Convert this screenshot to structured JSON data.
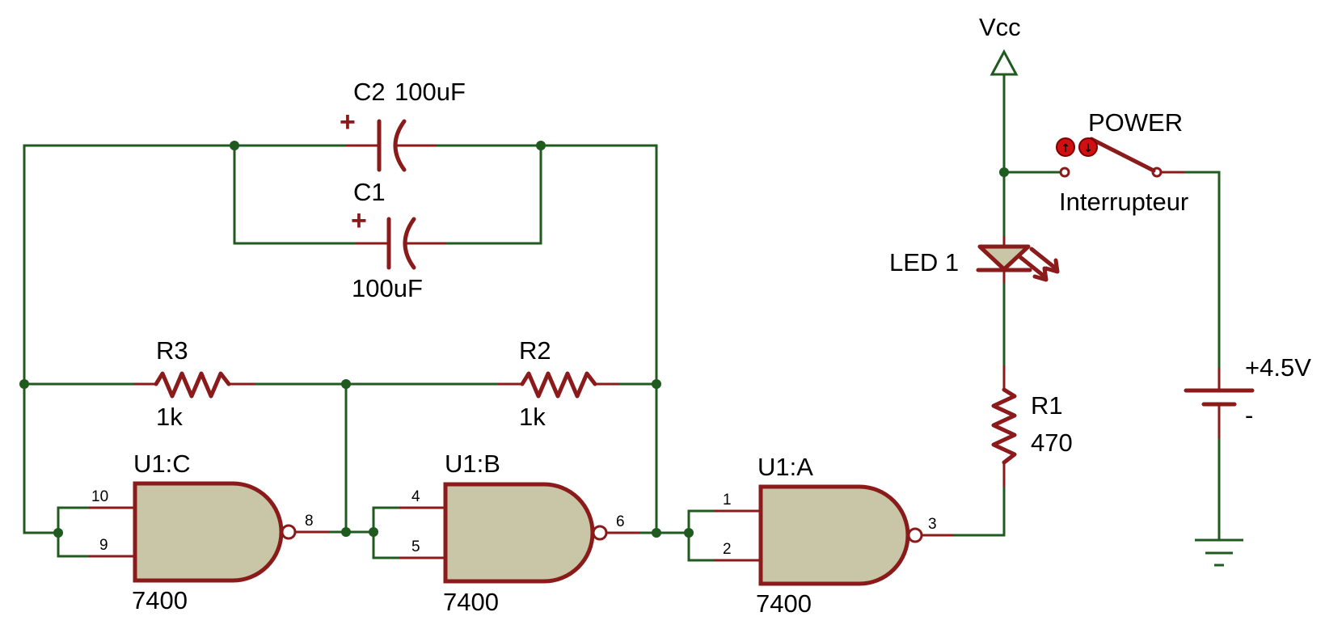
{
  "labels": {
    "c2_ref": "C2",
    "c2_value": "100uF",
    "c1_ref": "C1",
    "c1_value": "100uF",
    "r3_ref": "R3",
    "r3_value": "1k",
    "r2_ref": "R2",
    "r2_value": "1k",
    "r1_ref": "R1",
    "r1_value": "470",
    "u1c": "U1:C",
    "u1b": "U1:B",
    "u1a": "U1:A",
    "u1c_part": "7400",
    "u1b_part": "7400",
    "u1a_part": "7400",
    "vcc": "Vcc",
    "power": "POWER",
    "switch_name": "Interrupteur",
    "led": "LED 1",
    "battery": "+4.5V",
    "battery_neg": "-",
    "cap_plus": "+"
  },
  "pins": {
    "u1c_in1": "10",
    "u1c_in2": "9",
    "u1c_out": "8",
    "u1b_in1": "4",
    "u1b_in2": "5",
    "u1b_out": "6",
    "u1a_in1": "1",
    "u1a_in2": "2",
    "u1a_out": "3"
  },
  "colors": {
    "wire": "#1f5a1f",
    "component": "#8b1a1a",
    "gate_fill": "#c8c6a6"
  }
}
